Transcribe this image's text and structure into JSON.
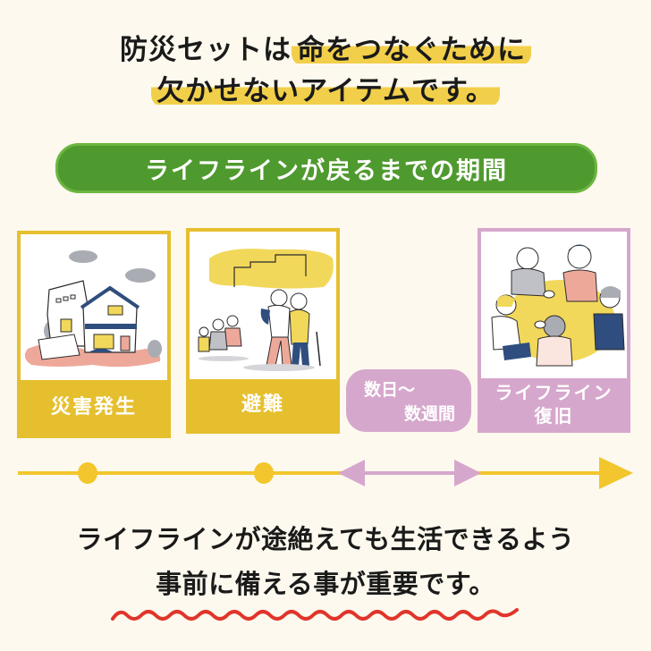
{
  "headline": {
    "line1_plain": "防災セットは",
    "line1_highlight": "命をつなぐために",
    "line2_highlight": "欠かせないアイテムです。"
  },
  "section_title": "ライフラインが戻るまでの期間",
  "timeline": {
    "steps": [
      {
        "label": "災害発生",
        "illustration": "earthquake-house-illustration"
      },
      {
        "label": "避難",
        "illustration": "evacuation-people-illustration"
      },
      {
        "duration_line1": "数日〜",
        "duration_line2": "数週間"
      },
      {
        "label_line1": "ライフライン",
        "label_line2": "復旧",
        "illustration": "people-at-table-illustration"
      }
    ]
  },
  "bottom_message": {
    "line1": "ライフラインが途絶えても生活できるよう",
    "line2": "事前に備える事が重要です。"
  },
  "colors": {
    "background": "#fdf9ee",
    "yellow": "#e6bf2e",
    "highlight": "#f2cf4a",
    "green": "#4f9a2f",
    "purple": "#d6a7cc",
    "squiggle_red": "#e0352b",
    "navy": "#2f4d7e"
  }
}
